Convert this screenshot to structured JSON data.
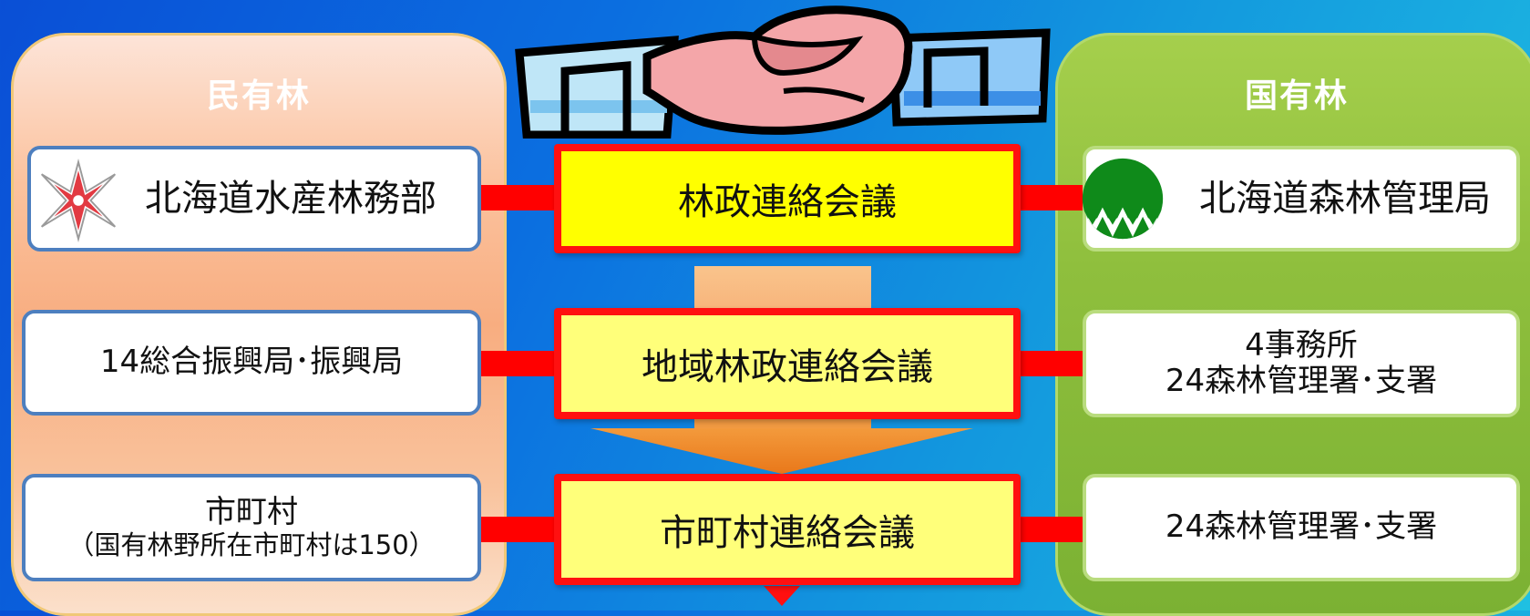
{
  "left_panel": {
    "title": "民有林",
    "boxes": [
      {
        "label": "北海道水産林務部"
      },
      {
        "label": "14総合振興局･振興局"
      },
      {
        "line1": "市町村",
        "line2": "（国有林野所在市町村は150）"
      }
    ]
  },
  "right_panel": {
    "title": "国有林",
    "boxes": [
      {
        "label": "北海道森林管理局"
      },
      {
        "line1": "4事務所",
        "line2": "24森林管理署･支署"
      },
      {
        "label": "24森林管理署･支署"
      }
    ]
  },
  "meetings": [
    {
      "label": "林政連絡会議"
    },
    {
      "label": "地域林政連絡会議"
    },
    {
      "label": "市町村連絡会議"
    }
  ],
  "colors": {
    "connector": "#ff0000",
    "meeting_border": "#ff1010",
    "meeting_main": "#ffff00",
    "meeting_sub": "#ffff7a",
    "left_box_border": "#4d7fbf",
    "right_box_border": "#b9dc7e"
  },
  "icons": {
    "handshake": "handshake-icon",
    "left_logo": "hokkaido-emblem-icon",
    "right_logo": "forest-office-logo-icon"
  }
}
